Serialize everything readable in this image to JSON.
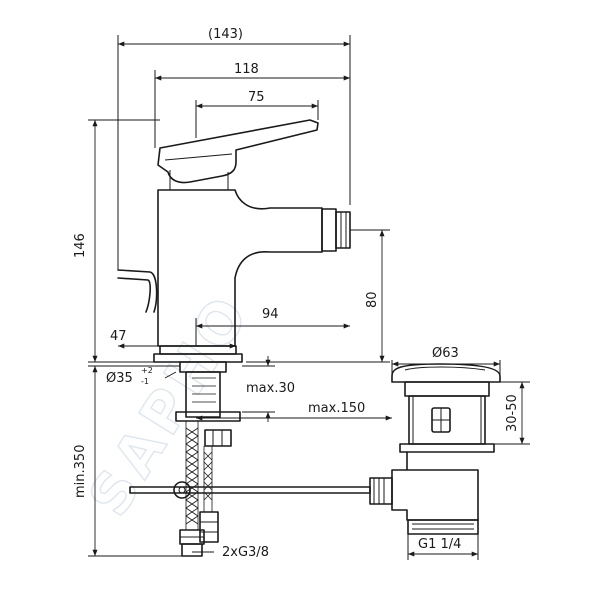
{
  "watermark": "SAPHO",
  "dimensions": {
    "overall_width": "(143)",
    "spout_reach": "118",
    "lever_length": "75",
    "height_total": "146",
    "outlet_height": "80",
    "base_offset": "47",
    "base_to_outlet": "94",
    "hole_diameter": "Ø35",
    "hole_tol_upper": "+2",
    "hole_tol_lower": "-1",
    "max_thickness": "max.30",
    "max_150": "max.150",
    "min_350": "min.350",
    "connection": "2xG3/8",
    "waste_diameter": "Ø63",
    "waste_range": "30-50",
    "waste_thread": "G1 1/4"
  }
}
